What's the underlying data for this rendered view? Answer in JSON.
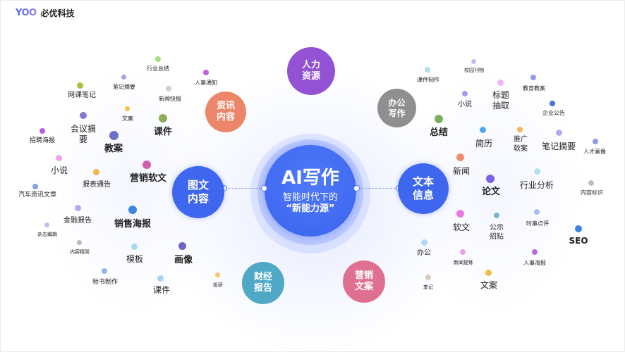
{
  "brand": {
    "mark": "YOO",
    "name": "必优科技"
  },
  "center": {
    "title": "AI写作",
    "subtitle": "智能时代下的",
    "tagline": "“新能力源”",
    "color": "#3f68f0"
  },
  "hubs": [
    {
      "id": "tuwen",
      "line1": "图文",
      "line2": "内容",
      "color": "#3e66ee"
    },
    {
      "id": "wenben",
      "line1": "文本",
      "line2": "信息",
      "color": "#3e66ee"
    },
    {
      "id": "zixun",
      "line1": "资讯",
      "line2": "内容",
      "color": "#ec866a"
    },
    {
      "id": "renli",
      "line1": "人力",
      "line2": "资源",
      "color": "#9252d3"
    },
    {
      "id": "bangong",
      "line1": "办公",
      "line2": "写作",
      "color": "#8f8f8f"
    },
    {
      "id": "caijing",
      "line1": "财经",
      "line2": "报告",
      "color": "#4fa8c6"
    },
    {
      "id": "yingxiao",
      "line1": "营销",
      "line2": "文案",
      "color": "#e0708f"
    }
  ],
  "tags": [
    {
      "text": "行业总结",
      "color": "#a3e07b"
    },
    {
      "text": "人事通知",
      "color": "#c35ee8"
    },
    {
      "text": "笔记摘要",
      "color": "#a9a1ee"
    },
    {
      "text": "网课笔记",
      "color": "#a4c43a"
    },
    {
      "text": "新闻快报",
      "color": "#cfd1c4"
    },
    {
      "text": "文案",
      "color": "#f3c14c"
    },
    {
      "text": "会议摘要",
      "color": "#8775d0"
    },
    {
      "text": "课件",
      "color": "#8fae55"
    },
    {
      "text": "招聘海报",
      "color": "#b45ee3"
    },
    {
      "text": "教案",
      "color": "#6c70cc"
    },
    {
      "text": "小说",
      "color": "#f4a1ec"
    },
    {
      "text": "营销软文",
      "color": "#d35fae"
    },
    {
      "text": "报表通告",
      "color": "#f7b448"
    },
    {
      "text": "汽车资讯文章",
      "color": "#83a3f0"
    },
    {
      "text": "金融报告",
      "color": "#b9a6ee"
    },
    {
      "text": "销售海报",
      "color": "#3d87e3"
    },
    {
      "text": "杂志编辑",
      "color": "#c9b8f3"
    },
    {
      "text": "内容精简",
      "color": "#b7b7b7"
    },
    {
      "text": "模板",
      "color": "#a9d9ef"
    },
    {
      "text": "画像",
      "color": "#6f62c8"
    },
    {
      "text": "标书制作",
      "color": "#92b2e8"
    },
    {
      "text": "课件",
      "color": "#a7d4f5"
    },
    {
      "text": "投研",
      "color": "#f7c56a"
    },
    {
      "text": "课件制作",
      "color": "#b5dcf3"
    },
    {
      "text": "校园刊物",
      "color": "#c8b8f1"
    },
    {
      "text": "教育教案",
      "color": "#8e9cf0"
    },
    {
      "text": "小说",
      "color": "#ab98ee"
    },
    {
      "text": "标题抽取",
      "color": "#f1b2ef"
    },
    {
      "text": "企业公告",
      "color": "#4d6ee4"
    },
    {
      "text": "总结",
      "color": "#7fae5f"
    },
    {
      "text": "简历",
      "color": "#4ba6f2"
    },
    {
      "text": "推广软案",
      "color": "#f4b64f"
    },
    {
      "text": "笔记摘要",
      "color": "#b8aaf0"
    },
    {
      "text": "人才画像",
      "color": "#8e98f0"
    },
    {
      "text": "新闻",
      "color": "#f08a72"
    },
    {
      "text": "论文",
      "color": "#7c61e6"
    },
    {
      "text": "行业分析",
      "color": "#b6def7"
    },
    {
      "text": "内容标识",
      "color": "#bdbdbd"
    },
    {
      "text": "软文",
      "color": "#e77adf"
    },
    {
      "text": "公示招贴",
      "color": "#7bb4cf"
    },
    {
      "text": "时事点评",
      "color": "#a8bcf0"
    },
    {
      "text": "SEO",
      "color": "#3b82e8"
    },
    {
      "text": "办公",
      "color": "#b5d6f5"
    },
    {
      "text": "新闻提炼",
      "color": "#e8a2ee"
    },
    {
      "text": "人事海报",
      "color": "#b36ce5"
    },
    {
      "text": "笔记",
      "color": "#d8cbbf"
    },
    {
      "text": "文案",
      "color": "#f5bb45"
    }
  ]
}
